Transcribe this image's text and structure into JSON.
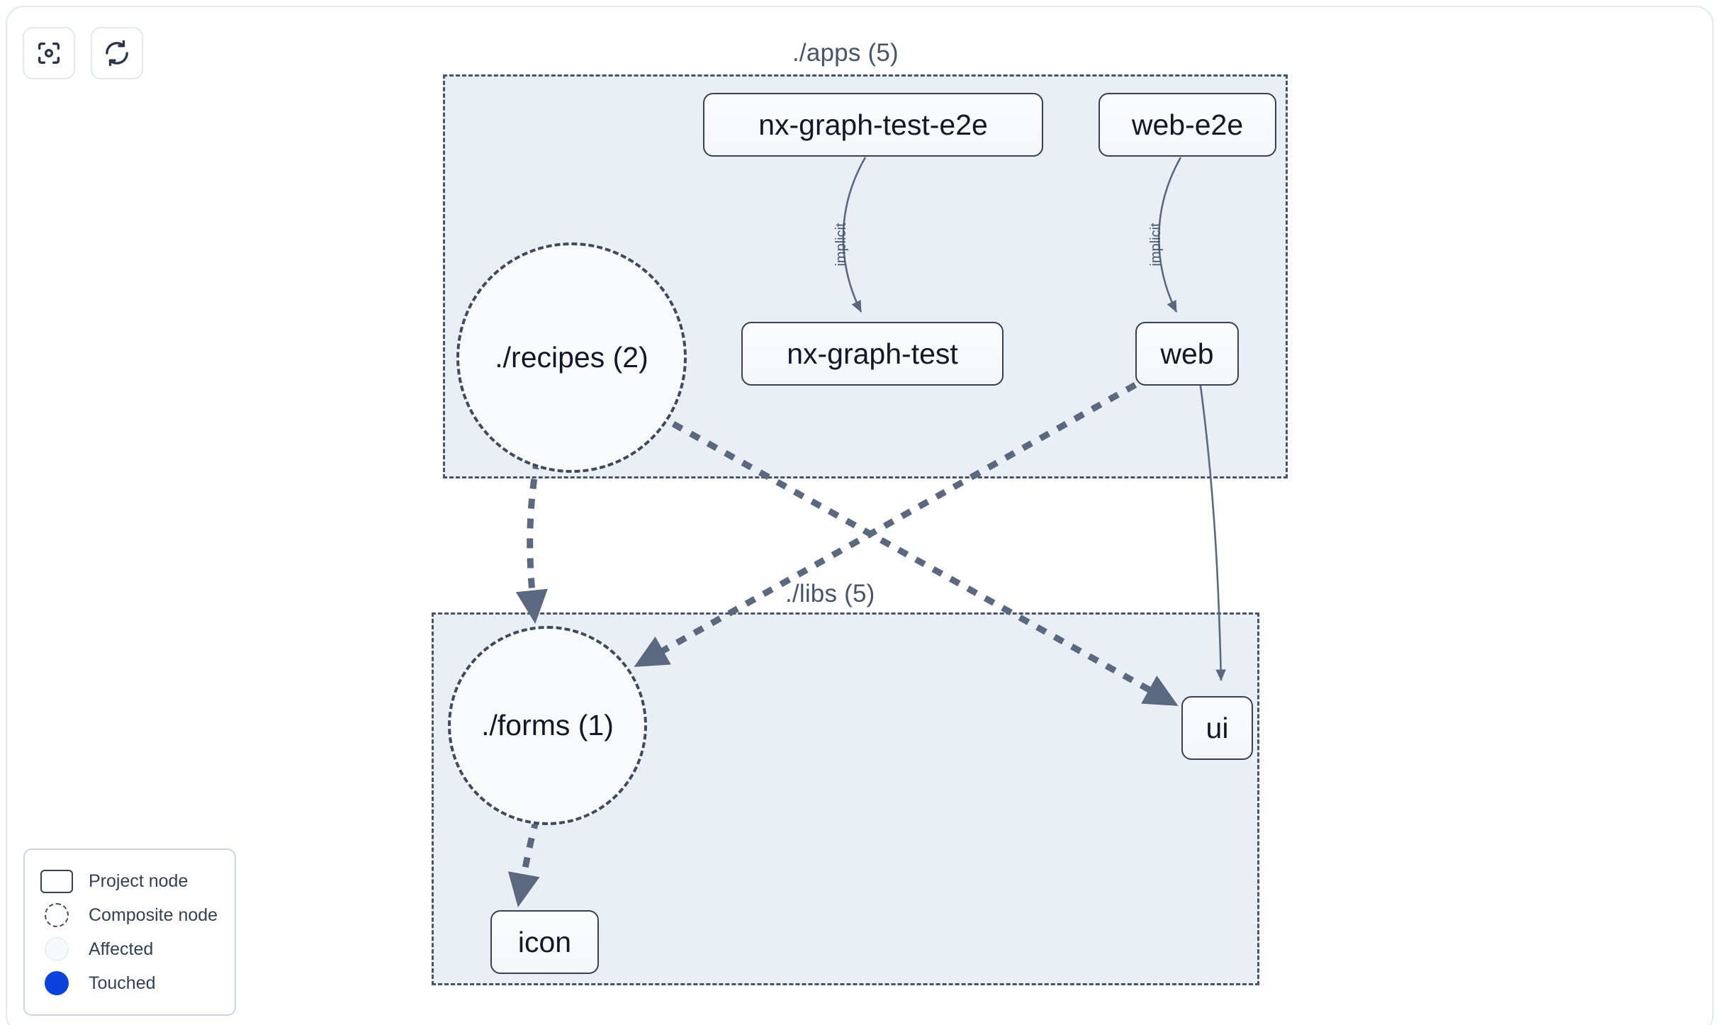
{
  "toolbar": {
    "buttons": [
      {
        "name": "focus-graph-button",
        "icon": "focus-target-icon",
        "label": ""
      },
      {
        "name": "refresh-graph-button",
        "icon": "refresh-icon",
        "label": ""
      }
    ]
  },
  "graph": {
    "groups": [
      {
        "id": "apps",
        "label": "./apps (5)"
      },
      {
        "id": "libs",
        "label": "./libs (5)"
      }
    ],
    "project_nodes": [
      {
        "id": "nx-graph-test-e2e",
        "label": "nx-graph-test-e2e"
      },
      {
        "id": "web-e2e",
        "label": "web-e2e"
      },
      {
        "id": "nx-graph-test",
        "label": "nx-graph-test"
      },
      {
        "id": "web",
        "label": "web"
      },
      {
        "id": "ui",
        "label": "ui"
      },
      {
        "id": "icon",
        "label": "icon"
      }
    ],
    "composite_nodes": [
      {
        "id": "recipes",
        "label": "./recipes (2)"
      },
      {
        "id": "forms",
        "label": "./forms (1)"
      }
    ],
    "edges": [
      {
        "from": "nx-graph-test-e2e",
        "to": "nx-graph-test",
        "label": "implicit",
        "style": "solid"
      },
      {
        "from": "web-e2e",
        "to": "web",
        "label": "implicit",
        "style": "solid"
      },
      {
        "from": "web",
        "to": "ui",
        "label": "",
        "style": "solid"
      },
      {
        "from": "recipes",
        "to": "forms",
        "label": "",
        "style": "dashed"
      },
      {
        "from": "recipes",
        "to": "ui",
        "label": "",
        "style": "dashed"
      },
      {
        "from": "web",
        "to": "forms",
        "label": "",
        "style": "dashed"
      },
      {
        "from": "forms",
        "to": "icon",
        "label": "",
        "style": "dashed"
      }
    ]
  },
  "legend": {
    "items": [
      {
        "swatch": "project-node-swatch",
        "label": "Project node"
      },
      {
        "swatch": "composite-node-swatch",
        "label": "Composite node"
      },
      {
        "swatch": "affected-swatch",
        "label": "Affected"
      },
      {
        "swatch": "touched-swatch",
        "label": "Touched"
      }
    ]
  },
  "colors": {
    "group_border": "#475569",
    "group_fill": "#eaeff5",
    "node_border": "#374151",
    "edge": "#5a6880",
    "touched": "#0b41dd",
    "card_border": "#e3e7f0"
  }
}
